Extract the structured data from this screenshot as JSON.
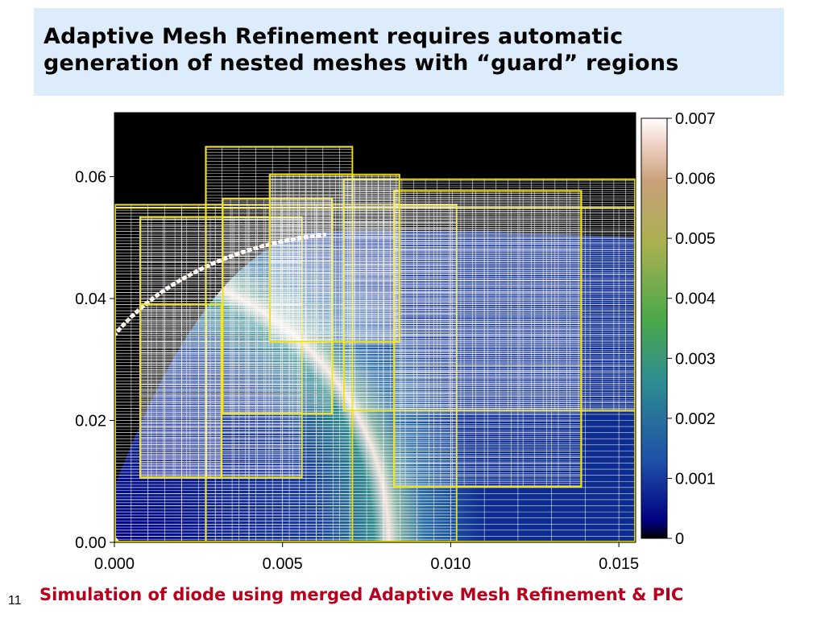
{
  "title": {
    "line1": "Adaptive Mesh Refinement requires automatic",
    "line2": "generation of nested meshes with “guard” regions"
  },
  "caption": "Simulation of diode using merged Adaptive Mesh Refinement & PIC",
  "slide_number": "11",
  "colors": {
    "title_background": "#dcecfb",
    "caption_text": "#b8001c",
    "mesh_patch_border": "#f2e200",
    "grid_lines": "#ffffff"
  },
  "chart_data": {
    "type": "heatmap",
    "x_ticks": [
      "0.000",
      "0.005",
      "0.010",
      "0.015"
    ],
    "x_tick_values": [
      0.0,
      0.005,
      0.01,
      0.015
    ],
    "y_ticks": [
      "0.00",
      "0.02",
      "0.04",
      "0.06"
    ],
    "y_tick_values": [
      0.0,
      0.02,
      0.04,
      0.06
    ],
    "xlim": [
      0.0,
      0.0155
    ],
    "ylim": [
      0.0,
      0.0705
    ],
    "colorbar": {
      "ticks": [
        "0",
        "0.001",
        "0.002",
        "0.003",
        "0.004",
        "0.005",
        "0.006",
        "0.007"
      ],
      "tick_values": [
        0,
        0.001,
        0.002,
        0.003,
        0.004,
        0.005,
        0.006,
        0.007
      ],
      "range": [
        0,
        0.007
      ],
      "colormap": [
        "#000000",
        "#000080",
        "#1e4fa8",
        "#2f8f8f",
        "#4aa84a",
        "#a9b050",
        "#c9a07a",
        "#f4d9d0",
        "#ffffff"
      ]
    },
    "field": {
      "emitter_front_center": [
        0.0,
        0.0
      ],
      "emitter_front_radius": 0.0082,
      "peak_value": 0.0068,
      "background_value": 0.0005,
      "vacuum_region": "above y ≈ 0.05"
    },
    "refinement_patches": [
      {
        "level": 1,
        "x": [
          0.0,
          0.0155
        ],
        "y": [
          0.0,
          0.055
        ]
      },
      {
        "level": 2,
        "x": [
          0.0,
          0.0102
        ],
        "y": [
          0.0,
          0.0555
        ]
      },
      {
        "level": 2,
        "x": [
          0.0027,
          0.0071
        ],
        "y": [
          0.0,
          0.065
        ]
      },
      {
        "level": 3,
        "x": [
          0.00075,
          0.0056
        ],
        "y": [
          0.0105,
          0.0535
        ]
      },
      {
        "level": 3,
        "x": [
          0.0068,
          0.0155
        ],
        "y": [
          0.0215,
          0.0597
        ]
      },
      {
        "level": 3,
        "x": [
          0.0083,
          0.0139
        ],
        "y": [
          0.009,
          0.0578
        ]
      },
      {
        "level": 4,
        "x": [
          0.00075,
          0.0032
        ],
        "y": [
          0.0105,
          0.0392
        ]
      },
      {
        "level": 4,
        "x": [
          0.0032,
          0.0065
        ],
        "y": [
          0.021,
          0.0565
        ]
      },
      {
        "level": 5,
        "x": [
          0.0046,
          0.0085
        ],
        "y": [
          0.0328,
          0.0605
        ]
      }
    ]
  }
}
